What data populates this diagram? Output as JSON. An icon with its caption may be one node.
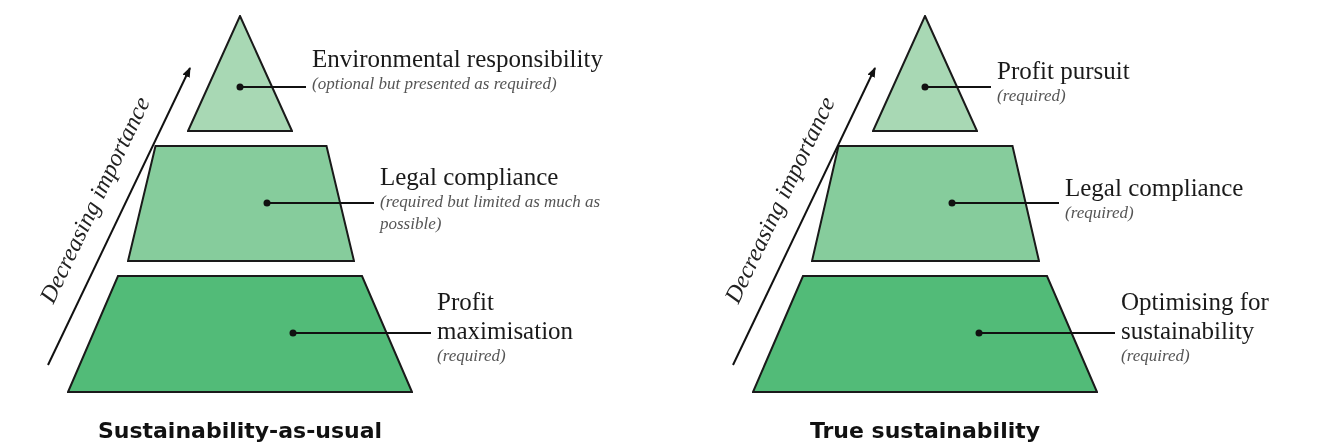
{
  "diagram": {
    "nodes": [
      {
        "text": [],
        "shape": "triangle"
      },
      {
        "text": [
          "Environmental responsibility",
          "(optional but presented as required)"
        ]
      },
      {
        "text": [],
        "shape": "trapezoid"
      },
      {
        "text": [
          "Legal compliance",
          "(required but limited as much as possible)"
        ]
      },
      {
        "text": [],
        "shape": "trapezoid"
      },
      {
        "text": [
          "Profit maximisation",
          "(required)"
        ]
      },
      {
        "text": [],
        "shape": "triangle"
      },
      {
        "text": [
          "Profit pursuit",
          "(required)"
        ]
      },
      {
        "text": [],
        "shape": "trapezoid"
      },
      {
        "text": [
          "Legal compliance",
          "(required)"
        ]
      },
      {
        "text": [],
        "shape": "trapezoid"
      },
      {
        "text": [
          "Optimising for sustainability",
          "(required)"
        ]
      }
    ],
    "edges": [
      {
        "from": 1,
        "to": 0,
        "arrow": "other"
      },
      {
        "from": 3,
        "to": 2,
        "arrow": "other"
      },
      {
        "from": 5,
        "to": 4,
        "arrow": "other"
      },
      {
        "from": 7,
        "to": 6,
        "arrow": "other"
      },
      {
        "from": 9,
        "to": 8,
        "arrow": "other"
      },
      {
        "from": 11,
        "to": 10,
        "arrow": "other"
      }
    ],
    "labels": [
      "Decreasing importance",
      "Decreasing importance",
      "Sustainability-as-usual",
      "True sustainability"
    ]
  }
}
